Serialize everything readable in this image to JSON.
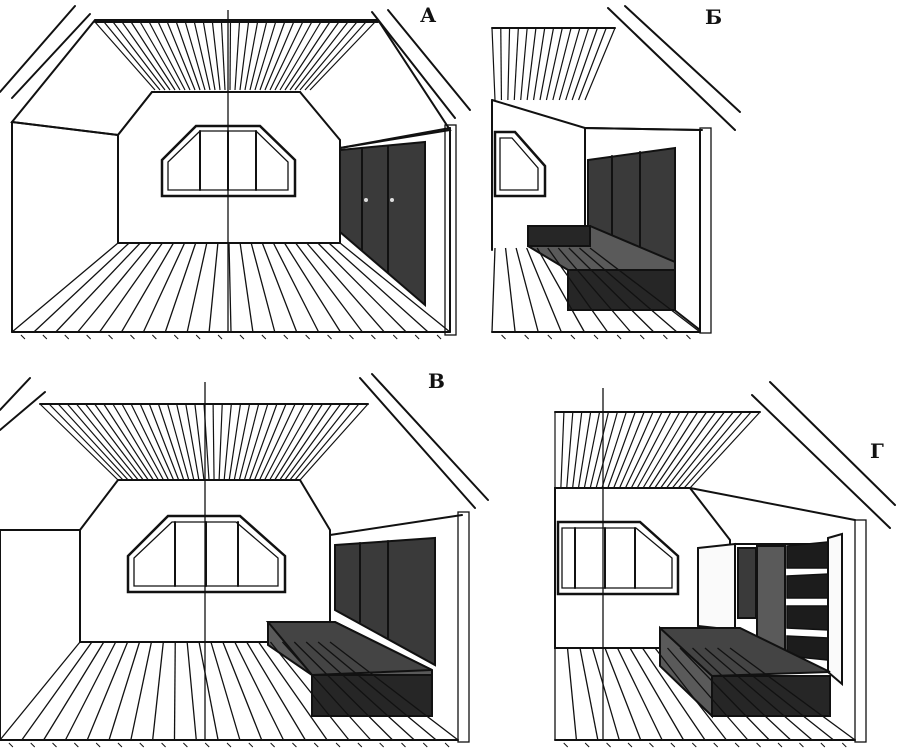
{
  "panels": {
    "a": {
      "label": "А",
      "features": [
        "wardrobe"
      ]
    },
    "b": {
      "label": "Б",
      "features": [
        "wardrobe",
        "bed"
      ]
    },
    "v": {
      "label": "В",
      "features": [
        "wardrobe",
        "bed"
      ]
    },
    "g": {
      "label": "Г",
      "features": [
        "bookshelf",
        "bed",
        "open-door"
      ]
    }
  },
  "colors": {
    "line": "#111111",
    "dark_fill": "#3a3a3a",
    "paper": "#ffffff"
  }
}
